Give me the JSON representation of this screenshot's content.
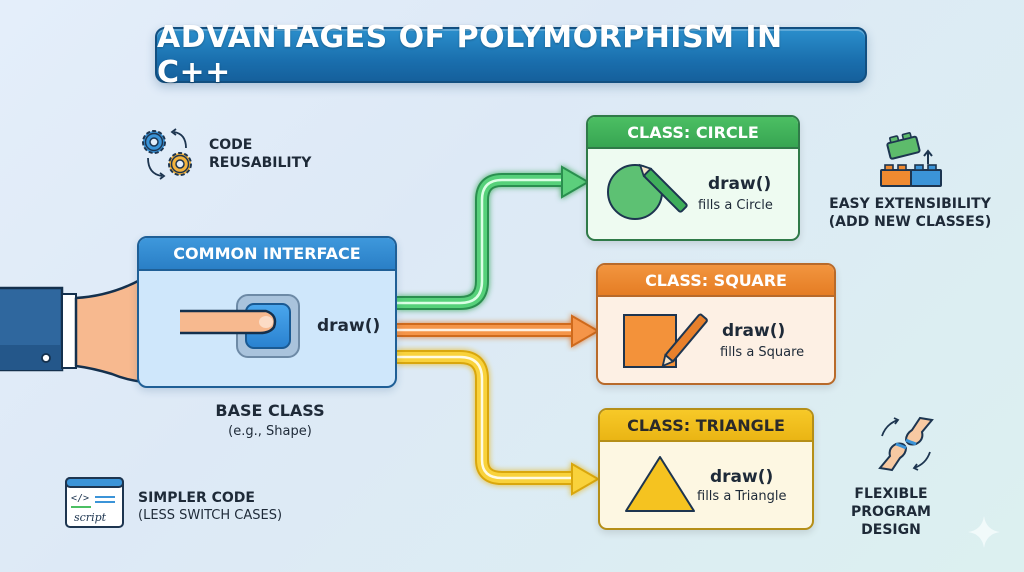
{
  "title": "ADVANTAGES OF POLYMORPHISM IN C++",
  "benefits": {
    "code_reusability": {
      "line1": "CODE",
      "line2": "REUSABILITY",
      "icon": "gears-cycle-icon"
    },
    "easy_extensibility": {
      "line1": "EASY EXTENSIBILITY",
      "line2": "(ADD NEW CLASSES)",
      "icon": "building-blocks-icon"
    },
    "simpler_code": {
      "line1": "SIMPLER CODE",
      "line2": "(LESS SWITCH CASES)",
      "icon": "script-window-icon",
      "icon_text_tag": "</>",
      "icon_text_script": "script"
    },
    "flexible_design": {
      "line1": "FLEXIBLE",
      "line2": "PROGRAM",
      "line3": "DESIGN",
      "icon": "flexible-joint-icon"
    }
  },
  "base": {
    "header": "COMMON INTERFACE",
    "method": "draw()",
    "label": "BASE CLASS",
    "sublabel": "(e.g., Shape)"
  },
  "classes": [
    {
      "header": "CLASS: CIRCLE",
      "method": "draw()",
      "desc": "fills a Circle",
      "color": "#3fb15a",
      "shape": "circle"
    },
    {
      "header": "CLASS: SQUARE",
      "method": "draw()",
      "desc": "fills a Square",
      "color": "#f08a30",
      "shape": "square"
    },
    {
      "header": "CLASS: TRIANGLE",
      "method": "draw()",
      "desc": "fills a Triangle",
      "color": "#f5c320",
      "shape": "triangle"
    }
  ],
  "colors": {
    "title_bg": "#1a6fae",
    "interface": "#2a7fc6",
    "circle": "#3fb15a",
    "square": "#f08a30",
    "triangle": "#f5c320"
  }
}
